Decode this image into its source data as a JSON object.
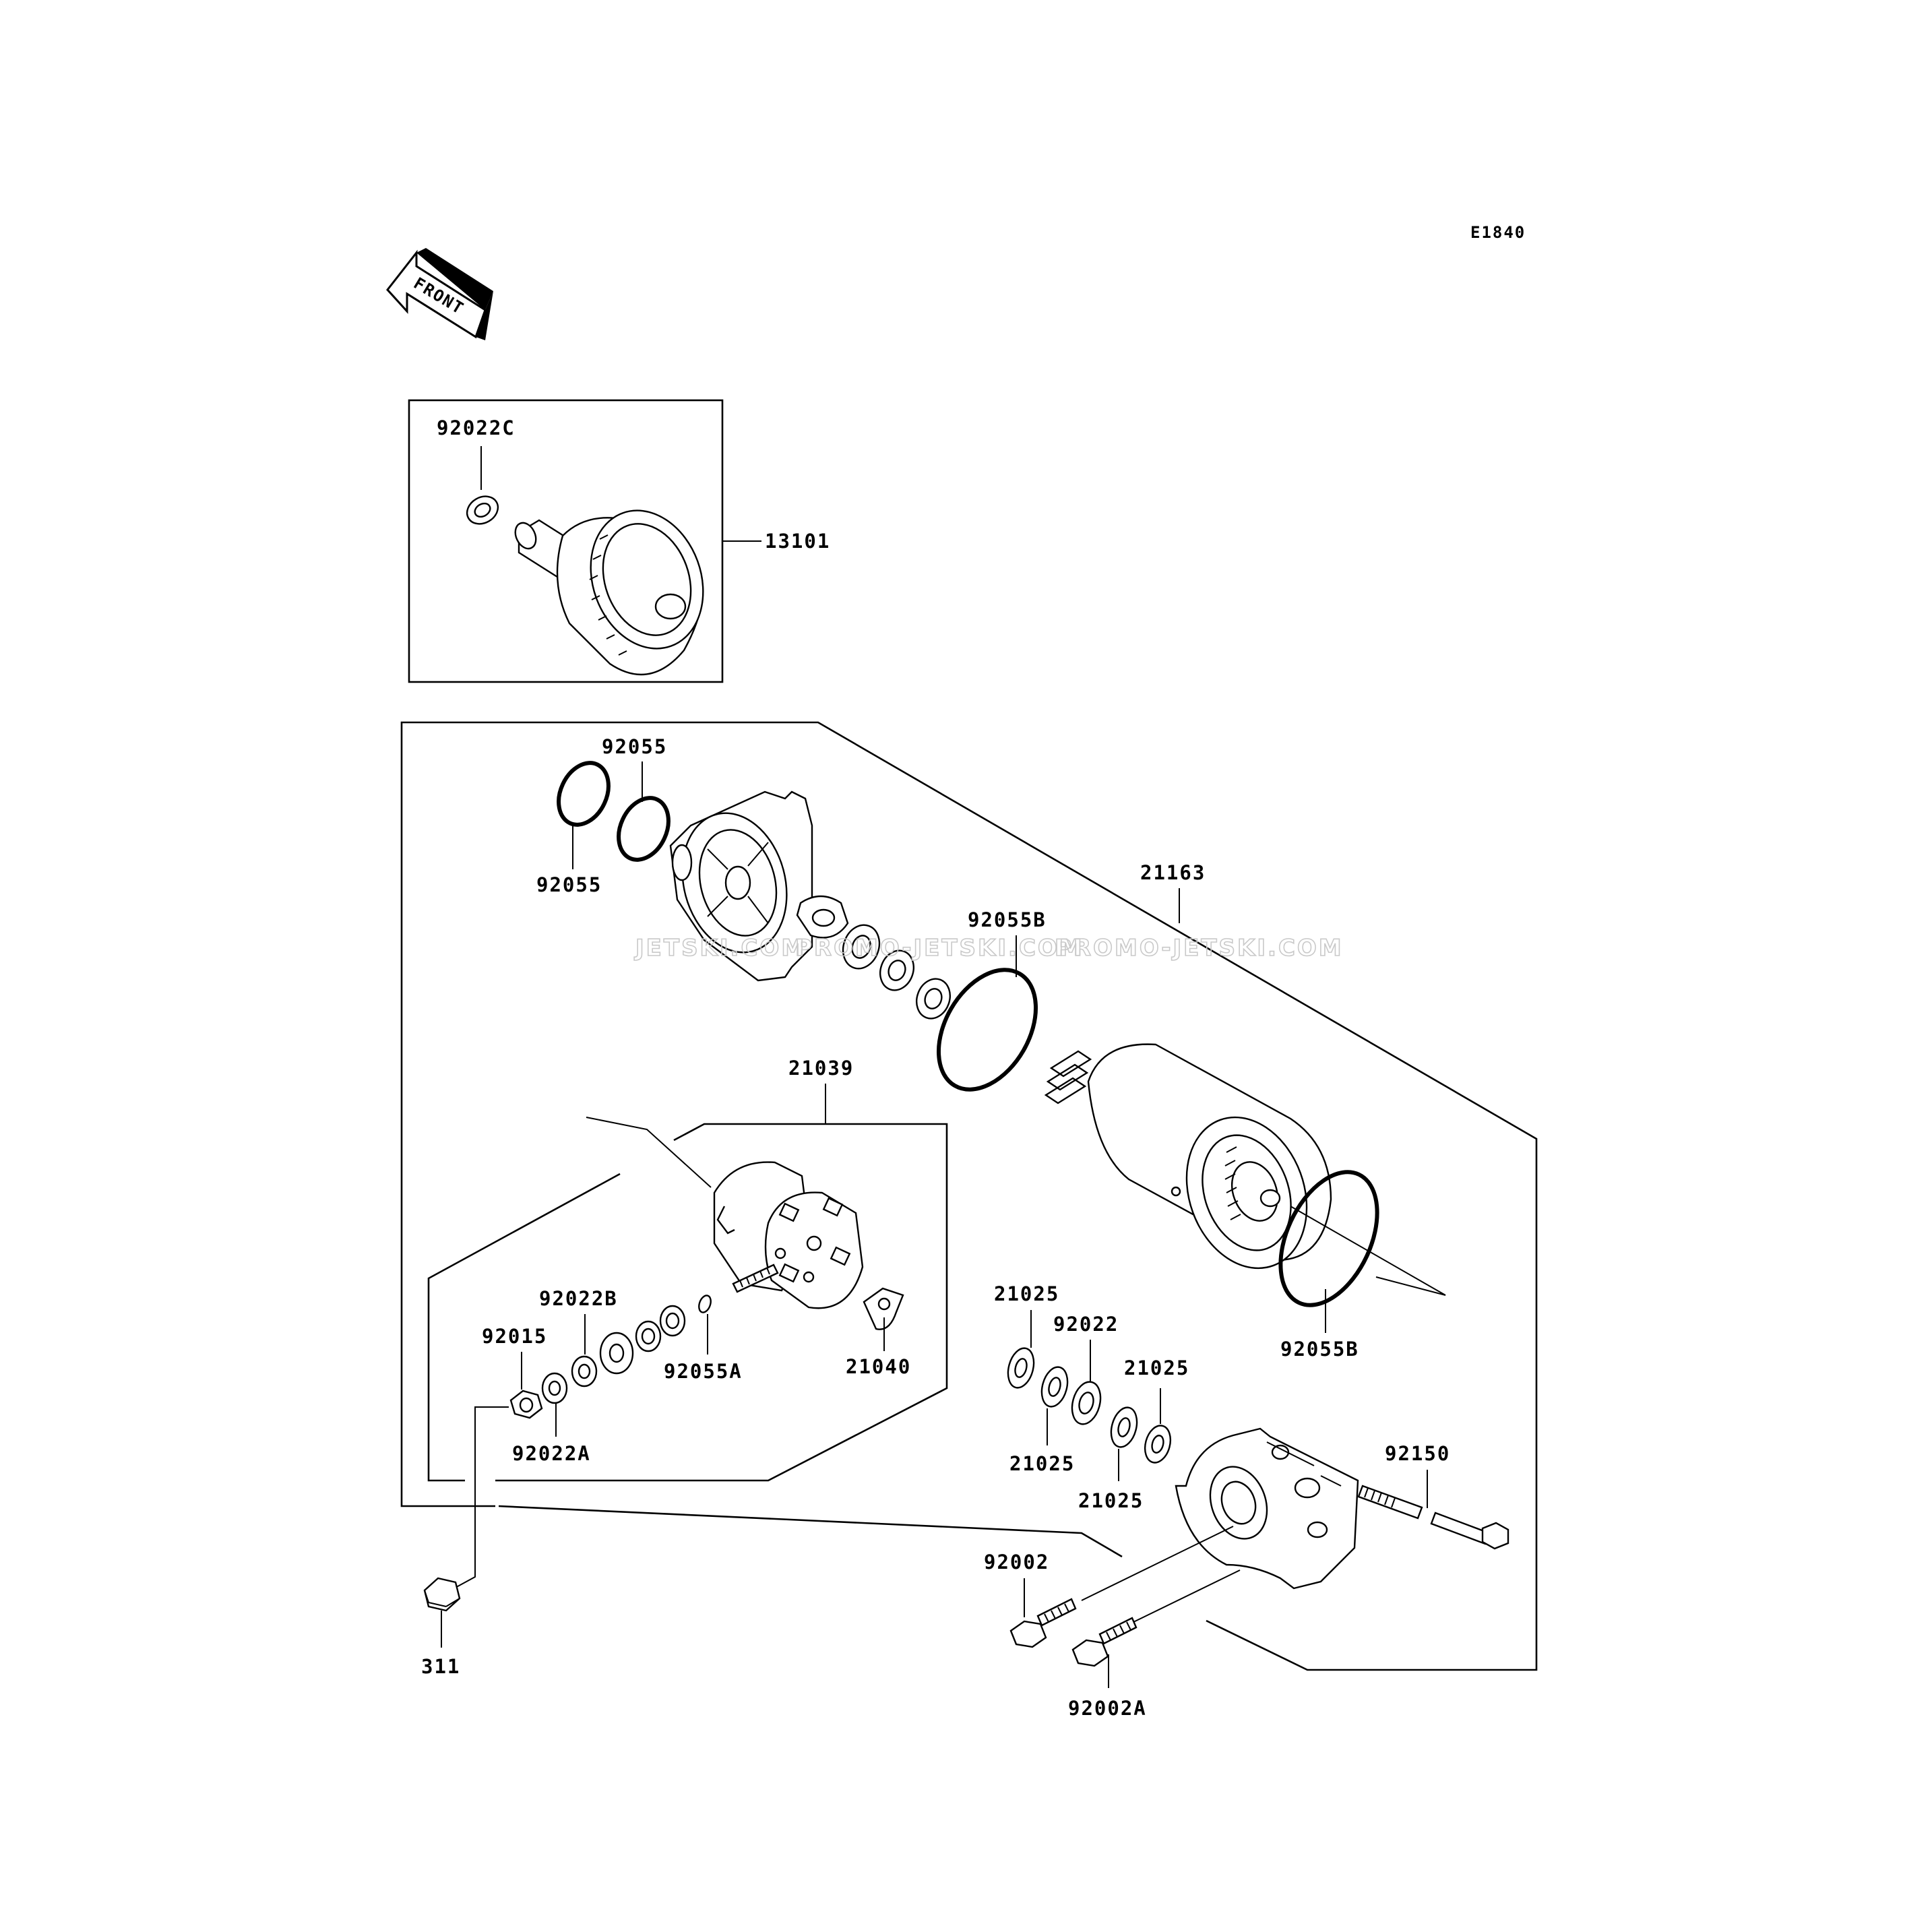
{
  "diagram_code": "E1840",
  "front_indicator": "FRONT",
  "watermark": {
    "text_1": "JETSKI.COM",
    "text_2": "PROMO-JETSKI.COM",
    "text_3": "PROMO-JETSKI.COM"
  },
  "parts": {
    "p92022C": "92022C",
    "p13101": "13101",
    "p92055_top": "92055",
    "p92055_left": "92055",
    "p21163": "21163",
    "p92055B_top": "92055B",
    "p21039": "21039",
    "p92022B": "92022B",
    "p92015": "92015",
    "p92055A": "92055A",
    "p21040": "21040",
    "p92022A": "92022A",
    "p21025_a": "21025",
    "p92022": "92022",
    "p21025_b": "21025",
    "p21025_c": "21025",
    "p21025_d": "21025",
    "p92055B_bottom": "92055B",
    "p92150": "92150",
    "p92002": "92002",
    "p92002A": "92002A",
    "p311": "311"
  }
}
